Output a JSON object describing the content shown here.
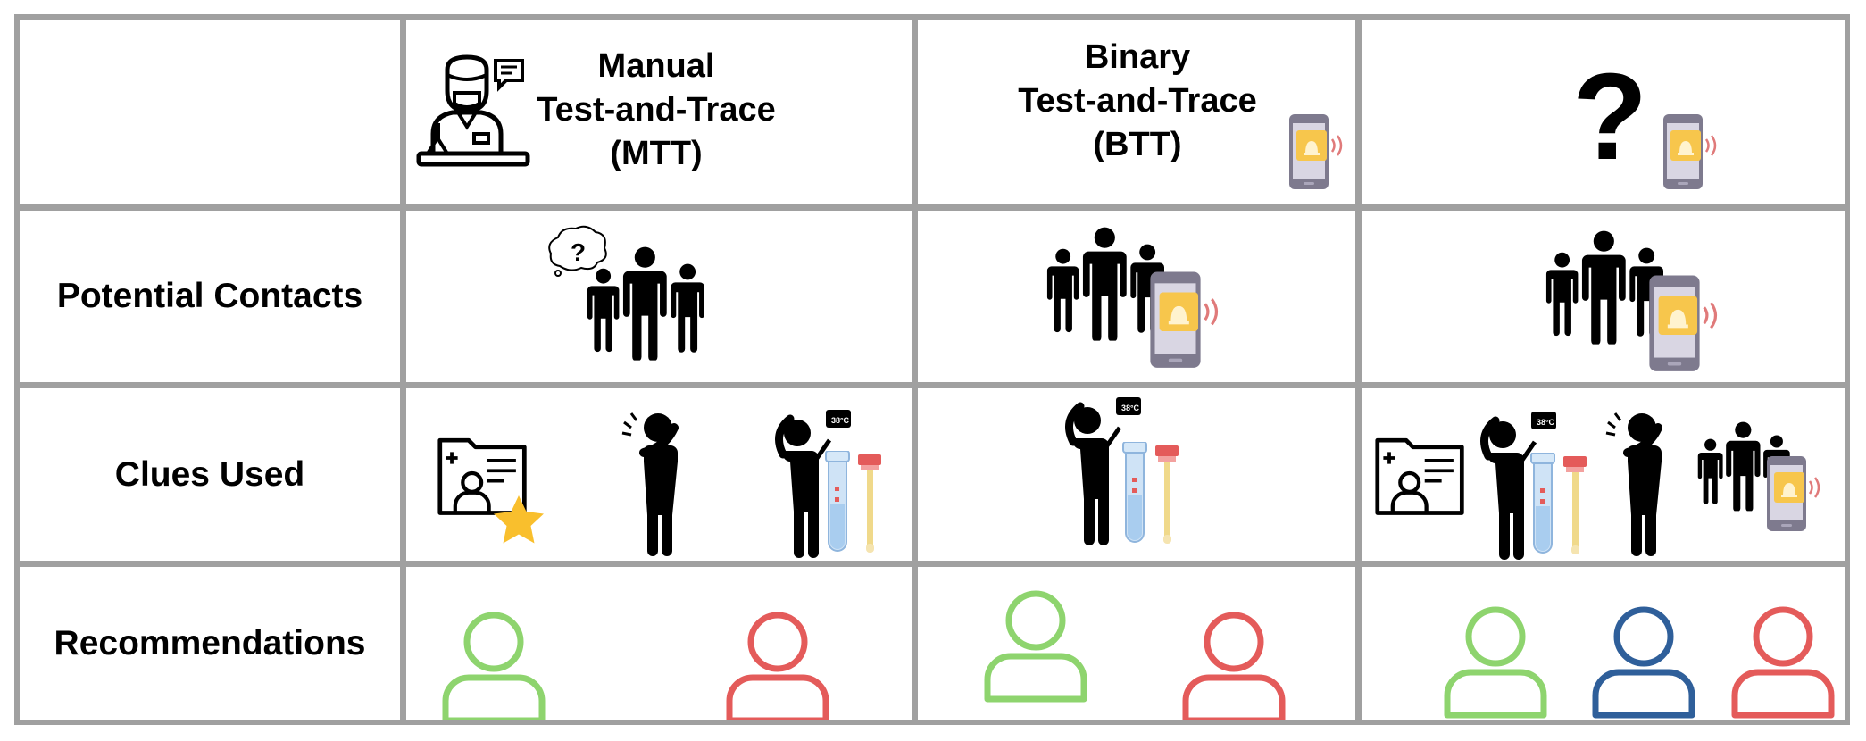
{
  "header": {
    "empty_cell": "",
    "columns": [
      {
        "line1": "Manual",
        "line2": "Test-and-Trace",
        "line3": "(MTT)"
      },
      {
        "line1": "Binary",
        "line2": "Test-and-Trace",
        "line3": "(BTT)"
      },
      {
        "symbol": "?"
      }
    ]
  },
  "rows": [
    {
      "label": "Potential Contacts"
    },
    {
      "label": "Clues Used"
    },
    {
      "label": "Recommendations"
    }
  ],
  "thermometer_label": "38°C",
  "colors": {
    "grid": "#a0a0a0",
    "green": "#8ed46e",
    "red": "#e45b5a",
    "blue": "#2f5f9a",
    "phone_body": "#7e7a8e",
    "phone_screen": "#f7c64c",
    "tube": "#a9cdef",
    "swab": "#f0d98a",
    "star": "#f9bf2d"
  },
  "icons": [
    "doctor-icon",
    "phone-alert-icon",
    "question-mark-symbol",
    "people-group-icon",
    "thought-bubble-icon",
    "medical-folder-icon",
    "star-icon",
    "coughing-person-icon",
    "fever-person-icon",
    "test-tube-icon",
    "person-outline-icon"
  ]
}
